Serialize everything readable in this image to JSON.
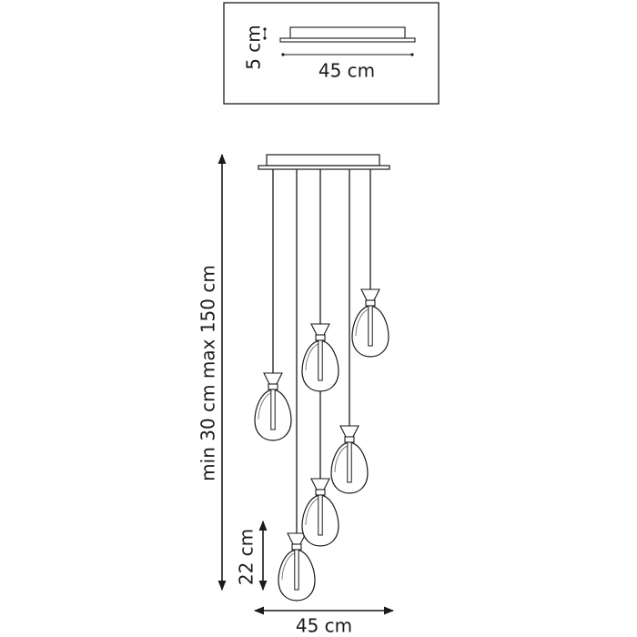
{
  "top_view": {
    "height_label": "5 cm",
    "width_label": "45 cm"
  },
  "front_view": {
    "height_label": "min 30 cm max 150 cm",
    "pendant_height_label": "22 cm",
    "width_label": "45 cm",
    "pendant_count": 6
  }
}
